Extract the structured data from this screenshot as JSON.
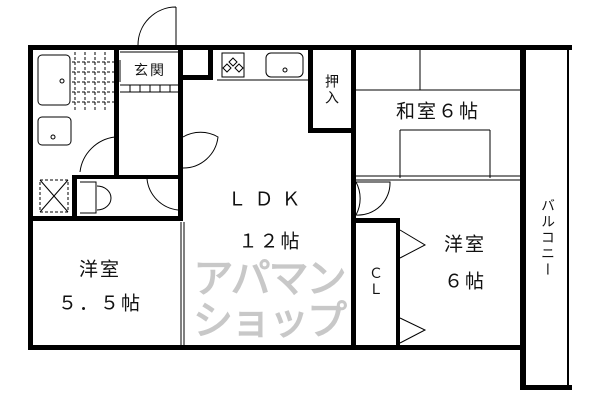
{
  "rooms": {
    "entrance": "玄関",
    "closet_oshiire": "押入",
    "washitsu": "和室６帖",
    "ldk_name": "ＬＤＫ",
    "ldk_size": "１２帖",
    "western_left_name": "洋室",
    "western_left_size": "５．５帖",
    "western_right_name": "洋室",
    "western_right_size": "６帖",
    "closet_cl": "ＣＬ",
    "balcony": "バルコニー"
  },
  "watermark": [
    "アパマン",
    "ショップ"
  ]
}
